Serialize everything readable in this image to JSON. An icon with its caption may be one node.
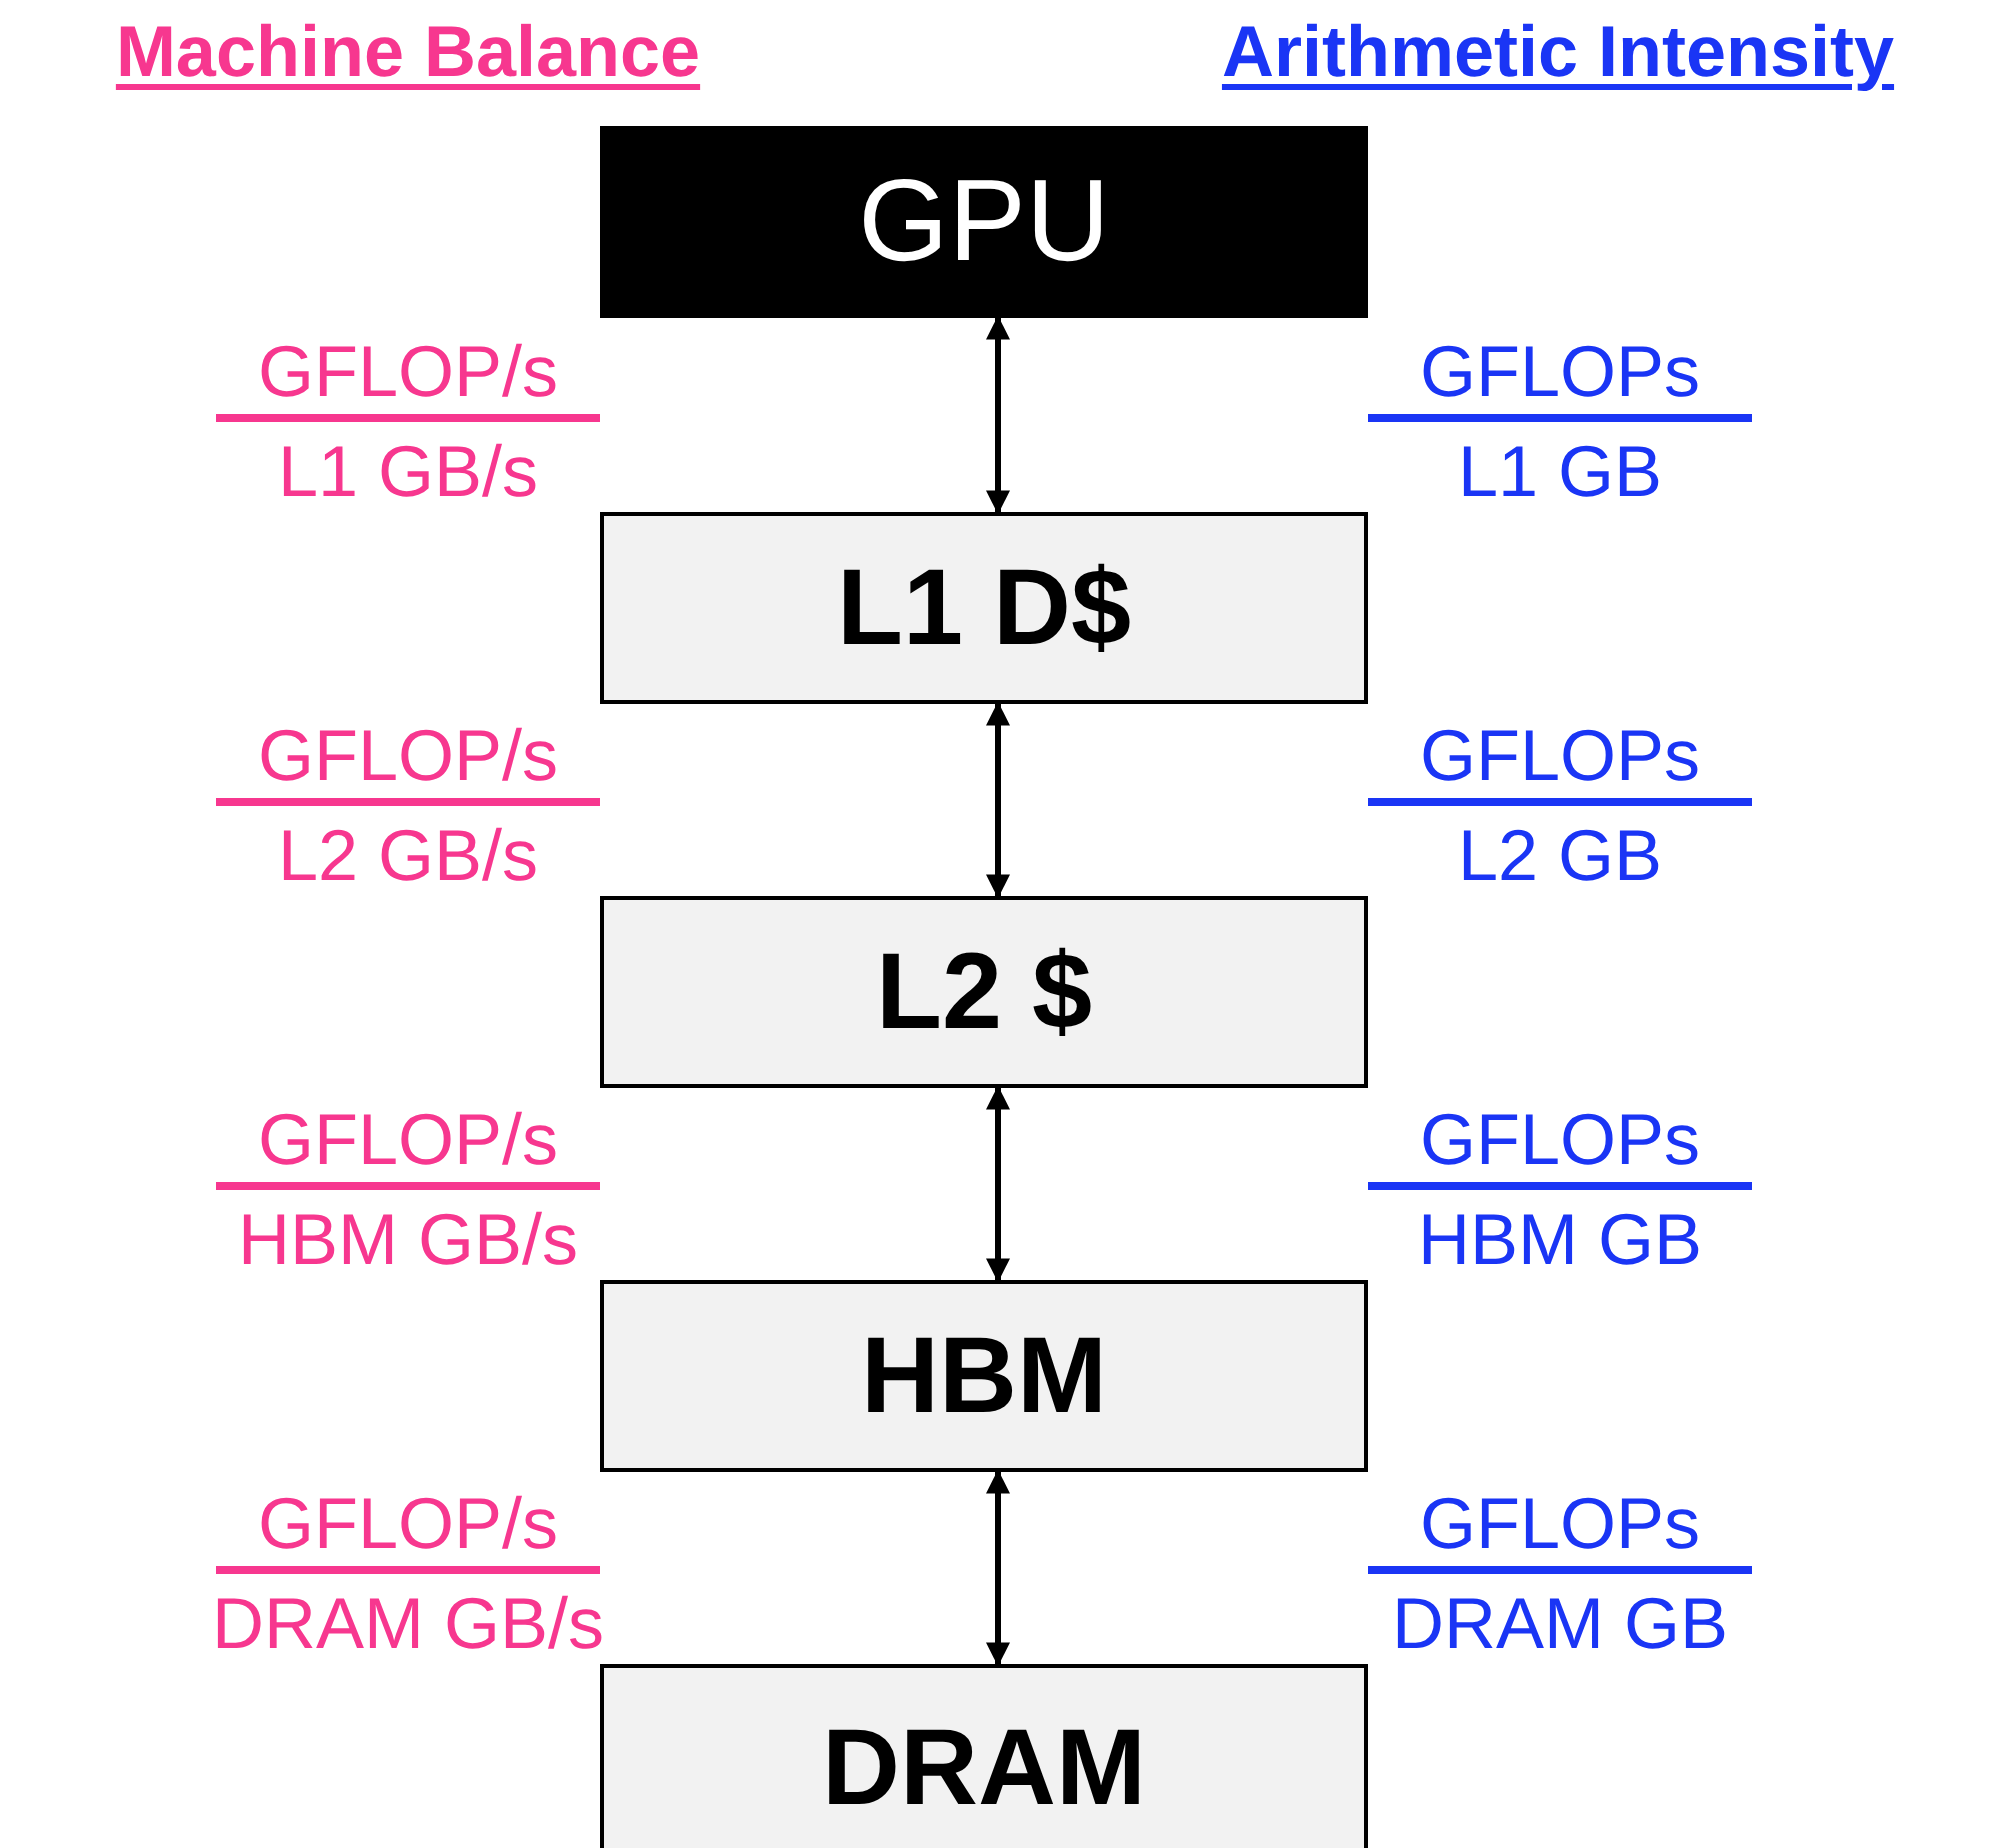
{
  "diagram": {
    "nodes": [
      {
        "text": [
          "GPU"
        ]
      },
      {
        "text": [
          "L1 D$"
        ]
      },
      {
        "text": [
          "L2 $"
        ]
      },
      {
        "text": [
          "HBM"
        ]
      },
      {
        "text": [
          "DRAM"
        ]
      }
    ],
    "edges": [
      {
        "from": 0,
        "to": 1,
        "arrow": "both"
      },
      {
        "from": 1,
        "to": 2,
        "arrow": "both"
      },
      {
        "from": 2,
        "to": 3,
        "arrow": "both"
      },
      {
        "from": 3,
        "to": 4,
        "arrow": "both"
      }
    ],
    "labels": [
      "Machine Balance",
      "Arithmetic Intensity",
      "GFLOP/s",
      "GFLOPs",
      "L1 GB/s",
      "L1 GB",
      "GFLOP/s",
      "GFLOPs",
      "L2 GB/s",
      "L2 GB",
      "GFLOP/s",
      "GFLOPs",
      "HBM GB/s",
      "HBM GB",
      "GFLOP/s",
      "GFLOPs",
      "DRAM GB/s",
      "DRAM GB"
    ]
  }
}
